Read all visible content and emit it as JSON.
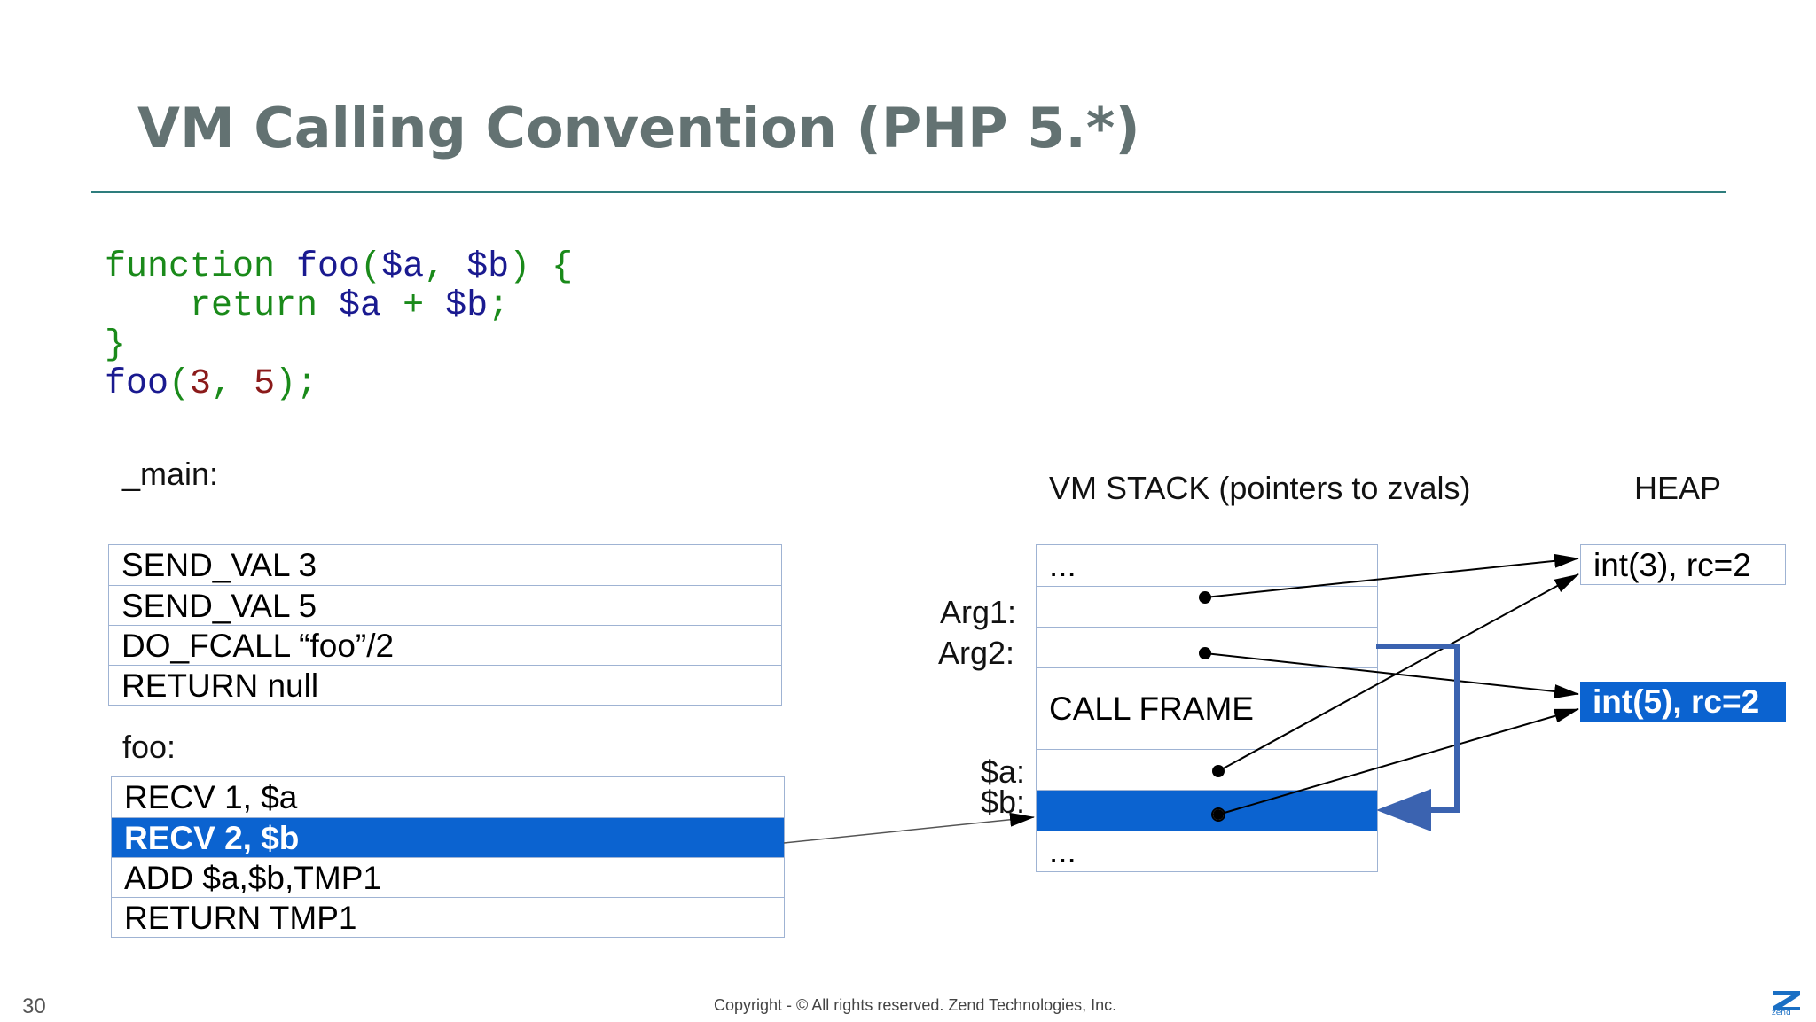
{
  "title": "VM Calling Convention (PHP 5.*)",
  "code": {
    "line1": {
      "kw": "function ",
      "fn": "foo",
      "p1": "(",
      "a": "$a",
      "comma": ", ",
      "b": "$b",
      "rest": ") {"
    },
    "line2": {
      "indent": "    ",
      "kw": "return ",
      "a": "$a",
      "op": " + ",
      "b": "$b",
      "semi": ";"
    },
    "line3": "}",
    "line4": {
      "fn": "foo",
      "p1": "(",
      "n1": "3",
      "comma": ", ",
      "n2": "5",
      "rest": ");"
    }
  },
  "main_label": "_main:",
  "main_ops": [
    "SEND_VAL 3",
    "SEND_VAL 5",
    "DO_FCALL  “foo”/2",
    "RETURN null"
  ],
  "foo_label": "foo:",
  "foo_ops": [
    "RECV 1, $a",
    "RECV 2, $b",
    "ADD $a,$b,TMP1",
    "RETURN TMP1"
  ],
  "foo_ops_highlight": 1,
  "stack_title": "VM STACK (pointers to zvals)",
  "heap_title": "HEAP",
  "stack_rows": [
    "...",
    "",
    "",
    "CALL FRAME",
    "",
    "",
    "..."
  ],
  "stack_labels": {
    "arg1": "Arg1:",
    "arg2": "Arg2:",
    "a": "$a:",
    "b": "$b:"
  },
  "heap": {
    "item1": "int(3), rc=2",
    "item2": "int(5), rc=2"
  },
  "page_number": "30",
  "copyright": "Copyright - © All rights reserved. Zend Technologies, Inc.",
  "logo_text": "zend",
  "colors": {
    "highlight": "#0b63d0",
    "title": "#637272",
    "rule": "#2e7d7d",
    "arrow_blue": "#3b63b0"
  }
}
